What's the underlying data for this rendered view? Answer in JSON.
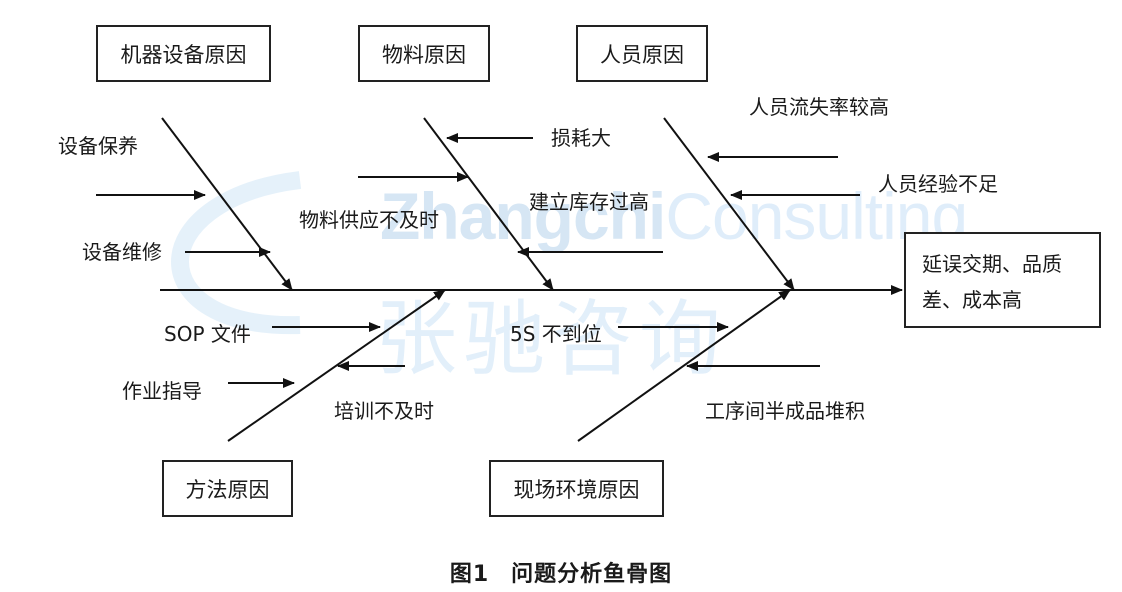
{
  "watermark": {
    "brand_bold": "Zhangchi",
    "brand_thin": "Consulting",
    "brand_cn": "张驰咨询"
  },
  "categories": {
    "machine": "机器设备原因",
    "material": "物料原因",
    "people": "人员原因",
    "method": "方法原因",
    "environment": "现场环境原因"
  },
  "effect": {
    "line1": "延误交期、品质",
    "line2": "差、成本高"
  },
  "causes": {
    "equipment_maintenance": "设备保养",
    "equipment_repair": "设备维修",
    "material_supply": "物料供应不及时",
    "material_loss": "损耗大",
    "high_inventory": "建立库存过高",
    "staff_turnover": "人员流失率较高",
    "lack_experience": "人员经验不足",
    "sop_document": "SOP 文件",
    "work_guidance": "作业指导",
    "untimely_training": "培训不及时",
    "fives_not_in_place": "5S 不到位",
    "wip_accumulation": "工序间半成品堆积"
  },
  "caption": {
    "number": "图1",
    "title": "问题分析鱼骨图"
  },
  "colors": {
    "line": "#111111",
    "watermark": "#6fb0e6"
  }
}
